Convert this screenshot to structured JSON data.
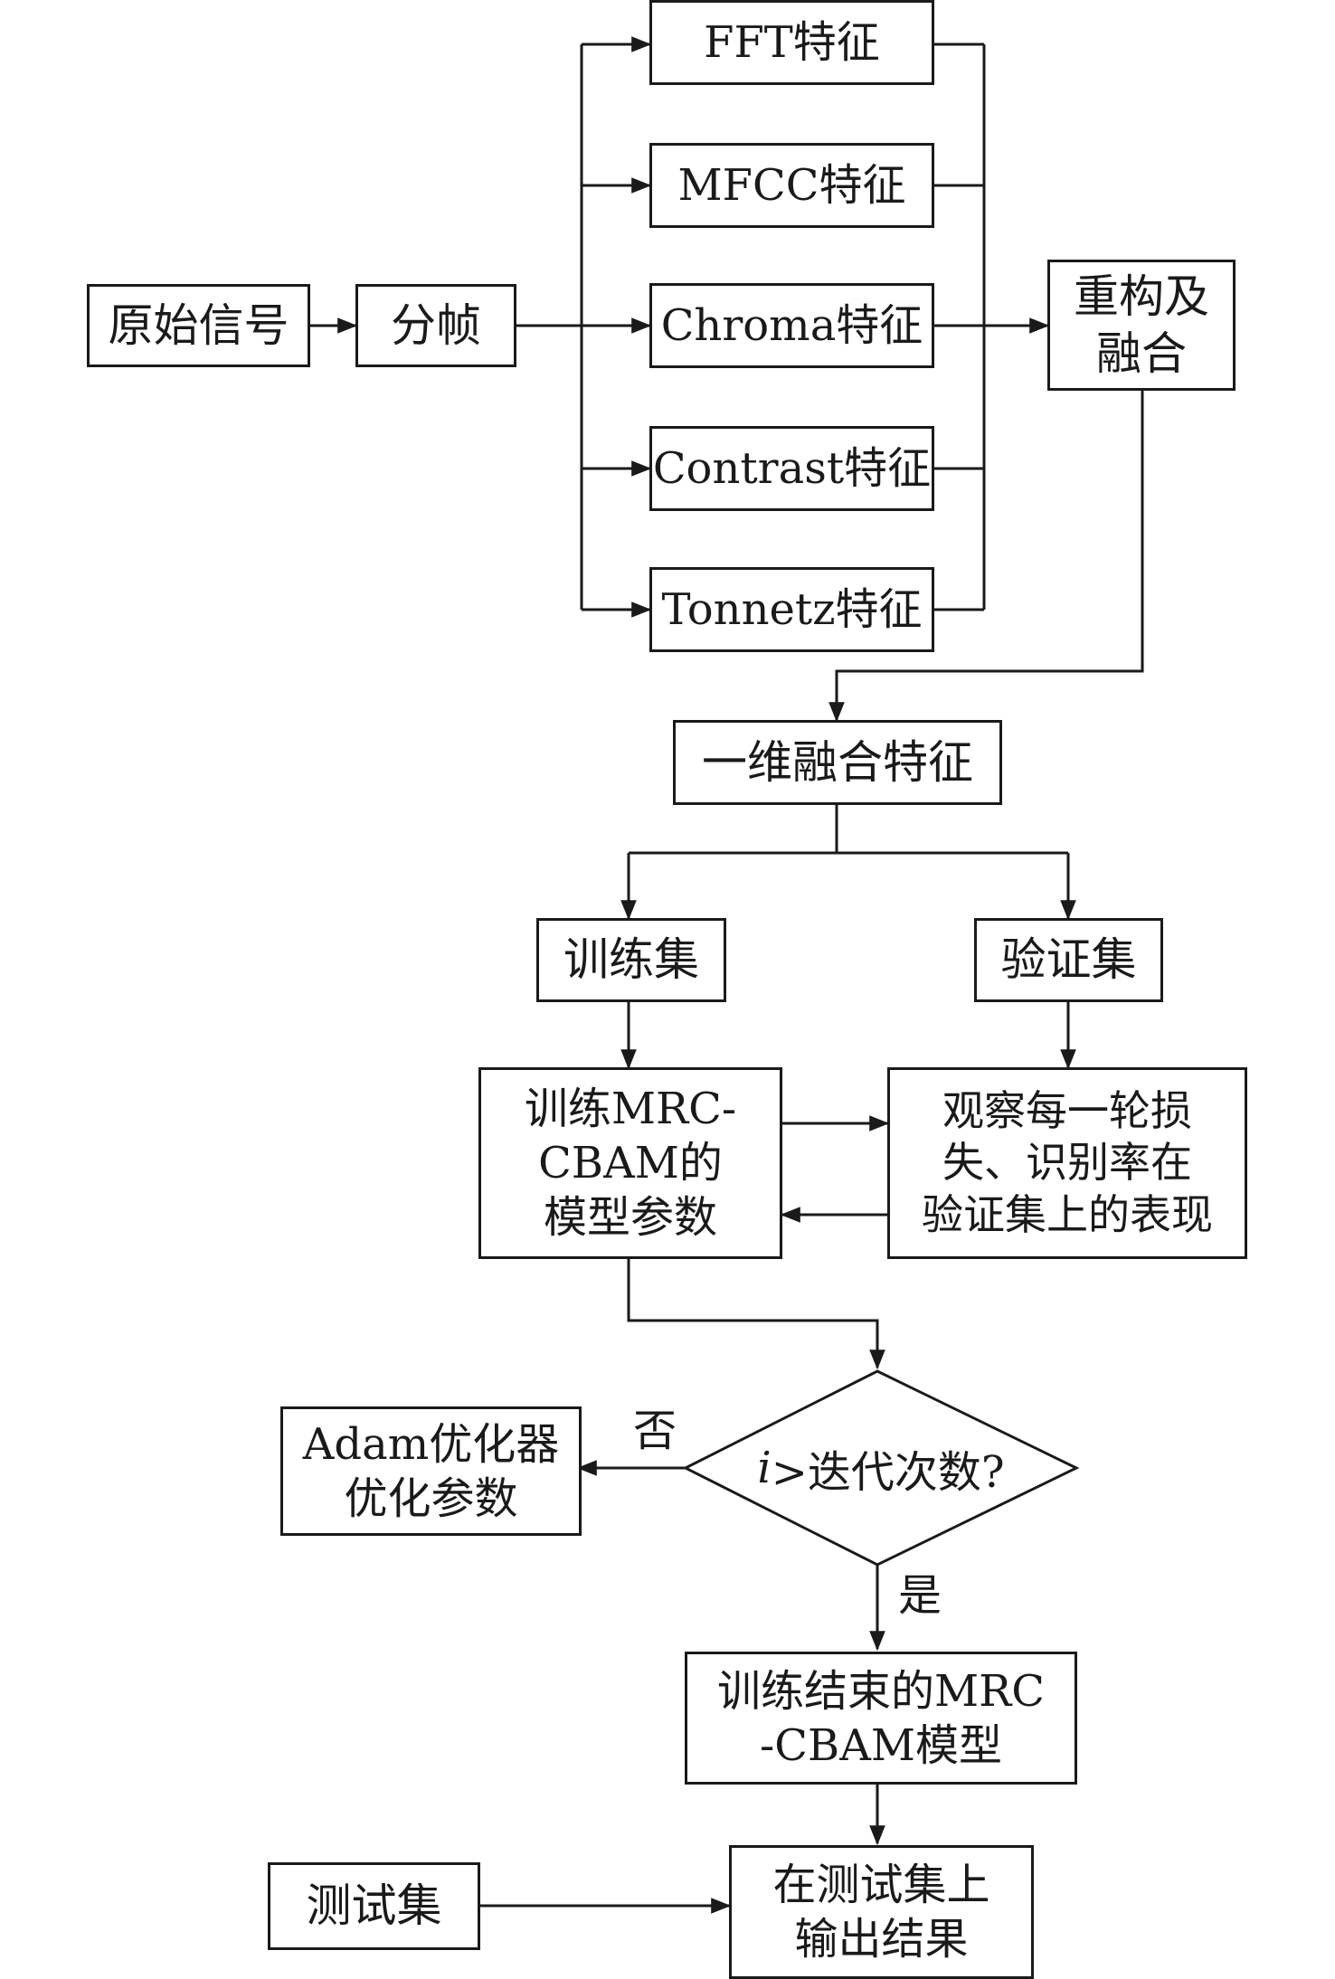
{
  "nodes": {
    "raw_signal": "原始信号",
    "framing": "分帧",
    "fft": "FFT特征",
    "mfcc": "MFCC特征",
    "chroma": "Chroma特征",
    "contrast": "Contrast特征",
    "tonnetz": "Tonnetz特征",
    "reconstruct_fuse": "重构及\n融合",
    "fused_1d": "一维融合特征",
    "train_set": "训练集",
    "val_set": "验证集",
    "train_params": "训练MRC-\nCBAM的\n模型参数",
    "observe": "观察每一轮损\n失、识别率在\n验证集上的表现",
    "decision_var": "i",
    "decision_rest": ">迭代次数?",
    "adam": "Adam优化器\n优化参数",
    "trained_model": "训练结束的MRC\n-CBAM模型",
    "test_set": "测试集",
    "output": "在测试集上\n输出结果"
  },
  "edge_labels": {
    "no": "否",
    "yes": "是"
  },
  "colors": {
    "stroke": "#1a1a1a",
    "fill": "#ffffff"
  }
}
